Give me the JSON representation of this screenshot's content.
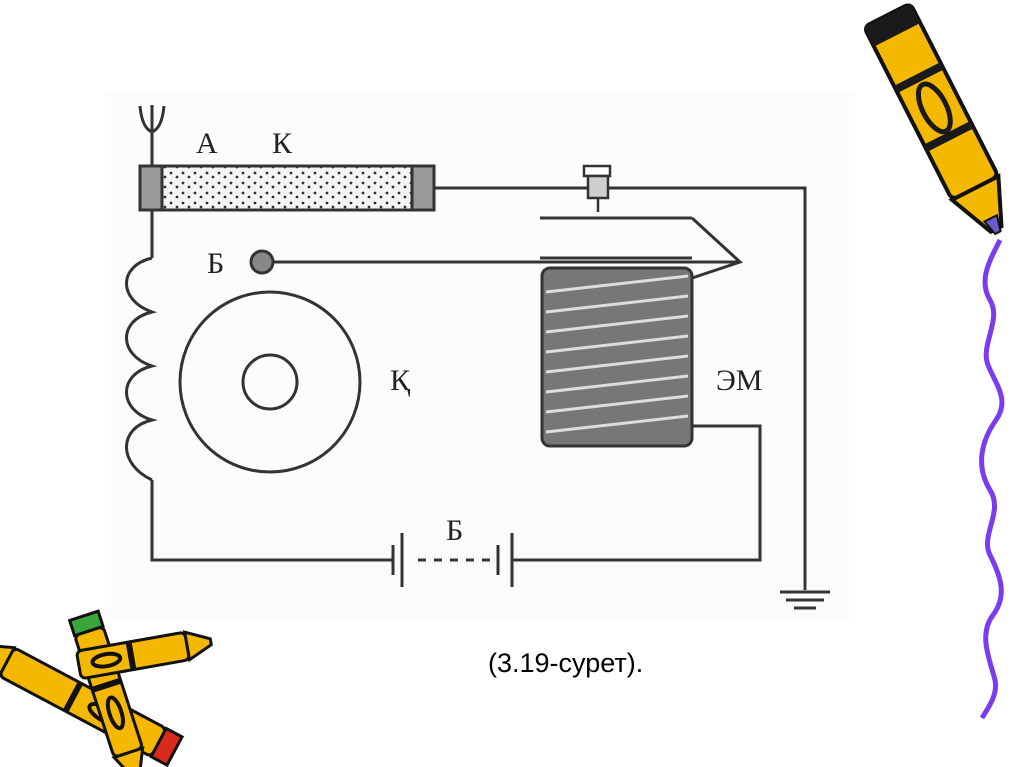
{
  "diagram": {
    "labels": {
      "antenna": "А",
      "coherer_top": "К",
      "bell": "Б",
      "bell_disk": "Қ",
      "electromagnet": "ЭМ",
      "battery": "Б"
    },
    "caption": "(3.19-сурет)."
  },
  "decor": {
    "pencil_colors": {
      "body": "#f5b800",
      "outline": "#111111",
      "tip": "#6a5acd",
      "eraser_red": "#d92a1c",
      "eraser_green": "#3aa53a"
    },
    "wavy_line_color": "#7a3cf0"
  }
}
